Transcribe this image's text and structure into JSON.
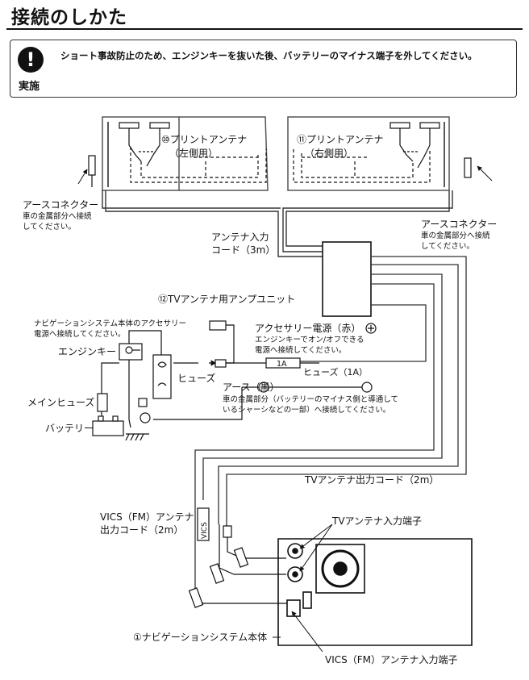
{
  "page_title": "接続のしかた",
  "warning": {
    "icon": "exclamation-icon",
    "icon_glyph": "!",
    "label": "実施",
    "text": "ショート事故防止のため、エンジンキーを抜いた後、バッテリーのマイナス端子を外してください。"
  },
  "diagram": {
    "left_antenna": {
      "title": "⑩プリントアンテナ",
      "side": "（左側用）"
    },
    "right_antenna": {
      "title": "⑪プリントアンテナ",
      "side": "（右側用）"
    },
    "earth_connector_left": {
      "title": "アースコネクター",
      "desc1": "車の金属部分へ接続",
      "desc2": "してください。"
    },
    "earth_connector_right": {
      "title": "アースコネクター",
      "desc1": "車の金属部分へ接続",
      "desc2": "してください。"
    },
    "antenna_input_cord": {
      "line1": "アンテナ入力",
      "line2": "コード（3m）"
    },
    "amp_unit": "⑫TVアンテナ用アンプユニット",
    "nav_acc": {
      "line1": "ナビゲーションシステム本体のアクセサリー",
      "line2": "電源へ接続してください。"
    },
    "engine_key": "エンジンキー",
    "fuse_block": "ヒューズ",
    "main_fuse": "メインヒューズ",
    "battery": "バッテリー",
    "acc_power": {
      "title": "アクセサリー電源（赤）",
      "desc1": "エンジンキーでオン/オフできる",
      "desc2": "電源へ接続してください。"
    },
    "fuse_value": "1A",
    "fuse_label": "ヒューズ（1A）",
    "ground": {
      "title": "アース（黒）",
      "desc1": "車の金属部分（バッテリーのマイナス側と導通して",
      "desc2": "いるシャーシなどの一部）へ接続してください。"
    },
    "tv_output_cord": "TVアンテナ出力コード（2m）",
    "vics_cord": {
      "line1": "VICS（FM）アンテナ",
      "line2": "出力コード（2m）"
    },
    "vics_tag": "VICS",
    "tv_input_terminal": "TVアンテナ入力端子",
    "nav_unit": "①ナビゲーションシステム本体",
    "vics_input_terminal": "VICS（FM）アンテナ入力端子"
  }
}
